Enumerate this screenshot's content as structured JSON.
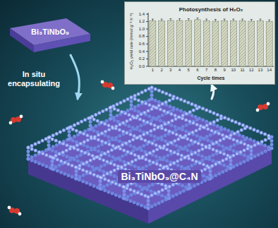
{
  "diagram": {
    "nodes": [
      {
        "text": [
          "Bi₃TiNbO₉"
        ]
      },
      {
        "text": [
          "Bi₃TiNbO₉@C₄N"
        ]
      },
      {
        "text": [
          "Photosynthesis of H₂O₂"
        ]
      }
    ],
    "edges": [
      {
        "from": 0,
        "to": 1,
        "arrow": "to",
        "label": "In situ encapsulating"
      },
      {
        "from": 1,
        "to": 2,
        "arrow": "to"
      }
    ],
    "labels": [
      "H₂O₂ yield rate (mmol g⁻¹ h⁻¹)",
      "0.0",
      "0.2",
      "0.4",
      "0.6",
      "0.8",
      "1.0",
      "1.2",
      "1.4",
      "Cycle times",
      "1",
      "2",
      "3",
      "4",
      "5",
      "6",
      "7",
      "8",
      "9",
      "10",
      "11",
      "12",
      "13",
      "14"
    ]
  }
}
